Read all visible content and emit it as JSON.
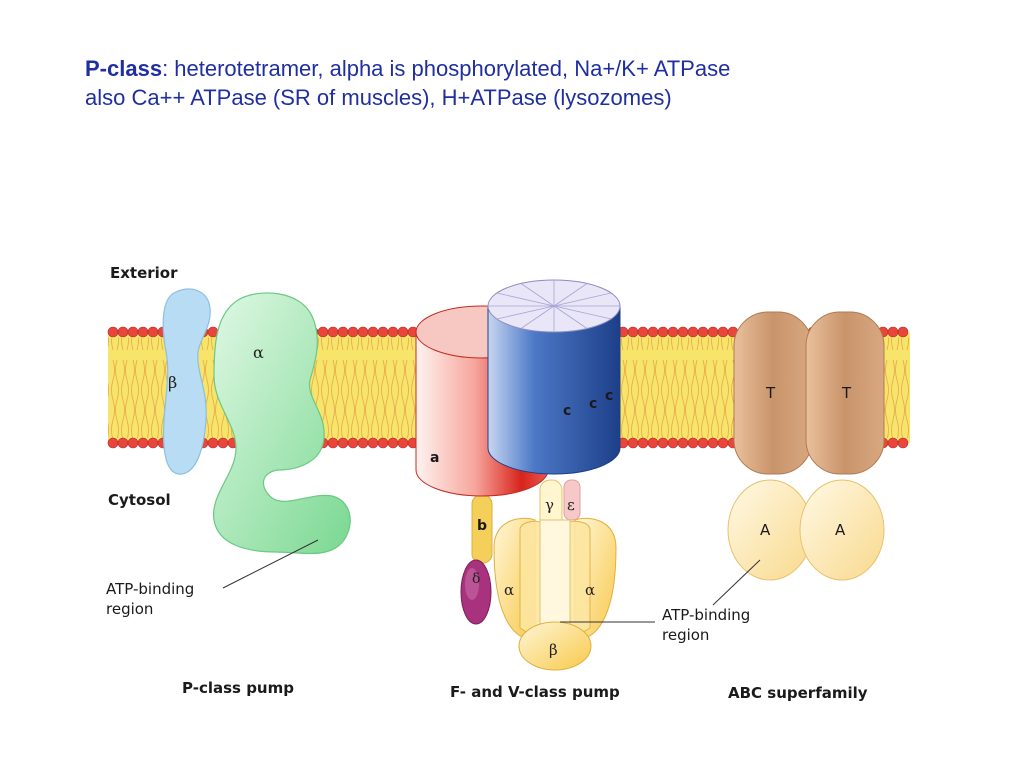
{
  "title": {
    "line1_bold": "P-class",
    "line1_rest": ":  heterotetramer, alpha is phosphorylated, Na+/K+ ATPase",
    "line2": "also Ca++ ATPase (SR of muscles), H+ATPase (lysozomes)"
  },
  "diagram": {
    "exterior": "Exterior",
    "cytosol": "Cytosol",
    "p_class": {
      "alpha": "α",
      "beta": "β",
      "atp_label_1": "ATP-binding",
      "atp_label_2": "region",
      "caption": "P-class pump"
    },
    "fv_class": {
      "a": "a",
      "b": "b",
      "c1": "c",
      "c2": "c",
      "c3": "c",
      "gamma": "γ",
      "epsilon": "ε",
      "delta": "δ",
      "alpha_left": "α",
      "alpha_right": "α",
      "beta": "β",
      "atp_label_1": "ATP-binding",
      "atp_label_2": "region",
      "caption": "F- and V-class pump"
    },
    "abc": {
      "t1": "T",
      "t2": "T",
      "a1": "A",
      "a2": "A",
      "caption": "ABC superfamily"
    }
  },
  "colors": {
    "title": "#1f2fa0",
    "membrane": "#f7e46a",
    "lipid_head": "#e8453c",
    "p_alpha": "#8fe0a0",
    "p_beta": "#b7dcf3",
    "red_cylinder": "#e23b34",
    "blue_cylinder": "#2d5ba8",
    "fv_yellow": "#fbd86a",
    "delta": "#a8327e",
    "t_domain": "#cc9b72",
    "a_domain": "#fbe3a0"
  }
}
